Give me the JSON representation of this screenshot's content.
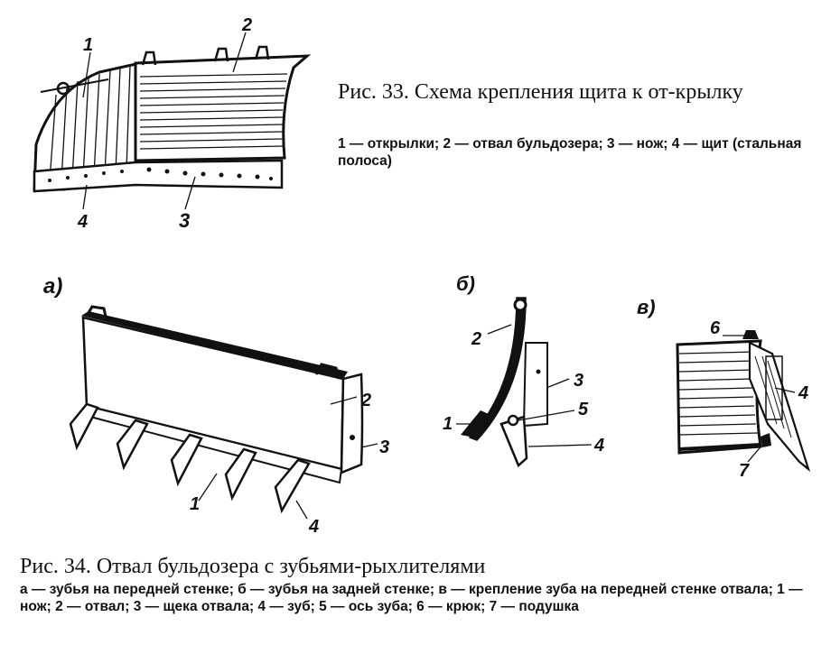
{
  "fig33": {
    "caption_title": "Рис. 33. Схема крепления  щита  к от-крылку",
    "caption_legend": "1 — открылки; 2 — отвал бульдозера; 3 — нож; 4 — щит (стальная полоса)",
    "labels": [
      "1",
      "2",
      "3",
      "4"
    ]
  },
  "fig34": {
    "caption_title": "Рис. 34. Отвал бульдозера с зубьями-рыхлителями",
    "caption_legend": "а — зубья на передней стенке; б — зубья на задней стенке; в — крепление зуба на передней стенке отвала; 1 — нож; 2 — отвал; 3 — щека отвала; 4 — зуб; 5 — ось зуба; 6 — крюк; 7 — подушка",
    "panel_a": {
      "letter": "а)",
      "labels": [
        "1",
        "2",
        "3",
        "4"
      ]
    },
    "panel_b": {
      "letter": "б)",
      "labels": [
        "1",
        "2",
        "3",
        "4",
        "5"
      ]
    },
    "panel_c": {
      "letter": "в)",
      "labels": [
        "4",
        "6",
        "7"
      ]
    }
  }
}
